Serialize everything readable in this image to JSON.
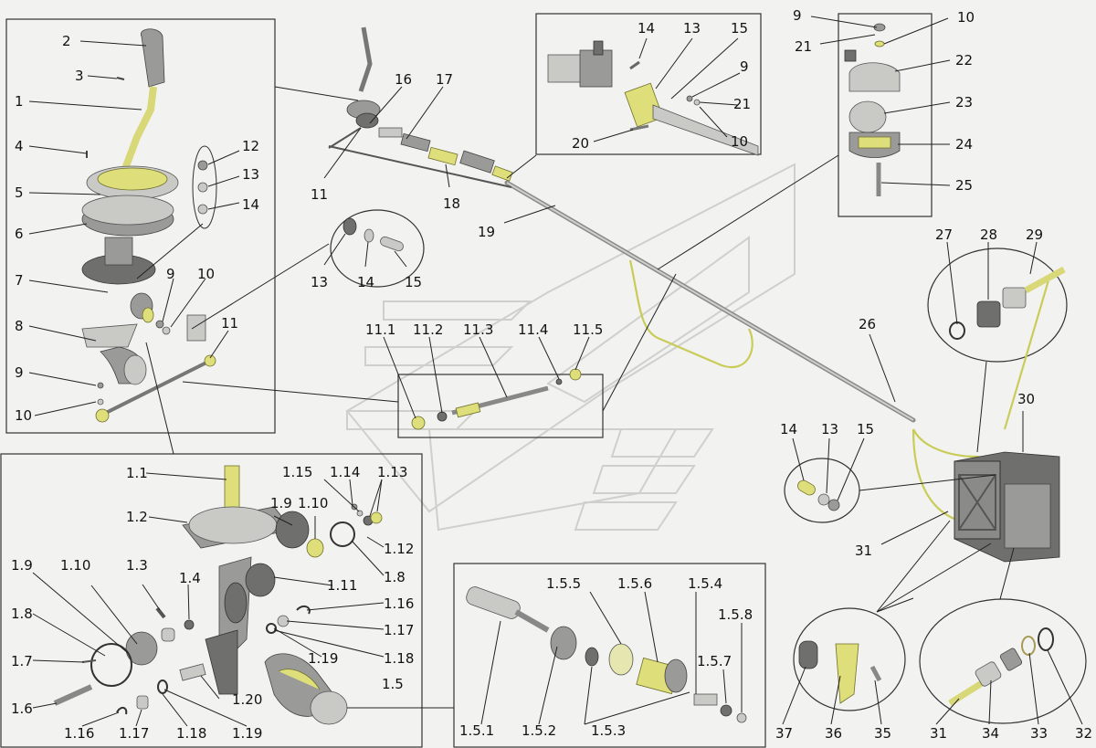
{
  "labels": [
    {
      "id": "l-2",
      "text": "2"
    },
    {
      "id": "l-3",
      "text": "3"
    },
    {
      "id": "l-1",
      "text": "1"
    },
    {
      "id": "l-4",
      "text": "4"
    },
    {
      "id": "l-5",
      "text": "5"
    },
    {
      "id": "l-6",
      "text": "6"
    },
    {
      "id": "l-7",
      "text": "7"
    },
    {
      "id": "l-8",
      "text": "8"
    },
    {
      "id": "l-9a",
      "text": "9"
    },
    {
      "id": "l-10a",
      "text": "10"
    },
    {
      "id": "l-9b",
      "text": "9"
    },
    {
      "id": "l-10b",
      "text": "10"
    },
    {
      "id": "l-11a",
      "text": "11"
    },
    {
      "id": "l-12",
      "text": "12"
    },
    {
      "id": "l-13a",
      "text": "13"
    },
    {
      "id": "l-14a",
      "text": "14"
    },
    {
      "id": "l-16",
      "text": "16"
    },
    {
      "id": "l-17",
      "text": "17"
    },
    {
      "id": "l-11b",
      "text": "11"
    },
    {
      "id": "l-18",
      "text": "18"
    },
    {
      "id": "l-19",
      "text": "19"
    },
    {
      "id": "l-13b",
      "text": "13"
    },
    {
      "id": "l-14b",
      "text": "14"
    },
    {
      "id": "l-15b",
      "text": "15"
    },
    {
      "id": "l-14c",
      "text": "14"
    },
    {
      "id": "l-13c",
      "text": "13"
    },
    {
      "id": "l-15c",
      "text": "15"
    },
    {
      "id": "l-9c",
      "text": "9"
    },
    {
      "id": "l-21c",
      "text": "21"
    },
    {
      "id": "l-10c",
      "text": "10"
    },
    {
      "id": "l-20",
      "text": "20"
    },
    {
      "id": "l-9d",
      "text": "9"
    },
    {
      "id": "l-10d",
      "text": "10"
    },
    {
      "id": "l-21d",
      "text": "21"
    },
    {
      "id": "l-22",
      "text": "22"
    },
    {
      "id": "l-23",
      "text": "23"
    },
    {
      "id": "l-24",
      "text": "24"
    },
    {
      "id": "l-25",
      "text": "25"
    },
    {
      "id": "l-27",
      "text": "27"
    },
    {
      "id": "l-28",
      "text": "28"
    },
    {
      "id": "l-29",
      "text": "29"
    },
    {
      "id": "l-26",
      "text": "26"
    },
    {
      "id": "l-30",
      "text": "30"
    },
    {
      "id": "l-14e",
      "text": "14"
    },
    {
      "id": "l-13e",
      "text": "13"
    },
    {
      "id": "l-15e",
      "text": "15"
    },
    {
      "id": "l-31a",
      "text": "31"
    },
    {
      "id": "l-11_1",
      "text": "11.1"
    },
    {
      "id": "l-11_2",
      "text": "11.2"
    },
    {
      "id": "l-11_3",
      "text": "11.3"
    },
    {
      "id": "l-11_4",
      "text": "11.4"
    },
    {
      "id": "l-11_5",
      "text": "11.5"
    },
    {
      "id": "l-1_1",
      "text": "1.1"
    },
    {
      "id": "l-1_2",
      "text": "1.2"
    },
    {
      "id": "l-1_3",
      "text": "1.3"
    },
    {
      "id": "l-1_4",
      "text": "1.4"
    },
    {
      "id": "l-1_5",
      "text": "1.5"
    },
    {
      "id": "l-1_6",
      "text": "1.6"
    },
    {
      "id": "l-1_7",
      "text": "1.7"
    },
    {
      "id": "l-1_8a",
      "text": "1.8"
    },
    {
      "id": "l-1_8b",
      "text": "1.8"
    },
    {
      "id": "l-1_9a",
      "text": "1.9"
    },
    {
      "id": "l-1_9b",
      "text": "1.9"
    },
    {
      "id": "l-1_10a",
      "text": "1.10"
    },
    {
      "id": "l-1_10b",
      "text": "1.10"
    },
    {
      "id": "l-1_11",
      "text": "1.11"
    },
    {
      "id": "l-1_12",
      "text": "1.12"
    },
    {
      "id": "l-1_13",
      "text": "1.13"
    },
    {
      "id": "l-1_14",
      "text": "1.14"
    },
    {
      "id": "l-1_15",
      "text": "1.15"
    },
    {
      "id": "l-1_16a",
      "text": "1.16"
    },
    {
      "id": "l-1_16b",
      "text": "1.16"
    },
    {
      "id": "l-1_17a",
      "text": "1.17"
    },
    {
      "id": "l-1_17b",
      "text": "1.17"
    },
    {
      "id": "l-1_18a",
      "text": "1.18"
    },
    {
      "id": "l-1_18b",
      "text": "1.18"
    },
    {
      "id": "l-1_19a",
      "text": "1.19"
    },
    {
      "id": "l-1_19b",
      "text": "1.19"
    },
    {
      "id": "l-1_20",
      "text": "1.20"
    },
    {
      "id": "l-1_5_1",
      "text": "1.5.1"
    },
    {
      "id": "l-1_5_2",
      "text": "1.5.2"
    },
    {
      "id": "l-1_5_3",
      "text": "1.5.3"
    },
    {
      "id": "l-1_5_4",
      "text": "1.5.4"
    },
    {
      "id": "l-1_5_5",
      "text": "1.5.5"
    },
    {
      "id": "l-1_5_6",
      "text": "1.5.6"
    },
    {
      "id": "l-1_5_7",
      "text": "1.5.7"
    },
    {
      "id": "l-1_5_8",
      "text": "1.5.8"
    },
    {
      "id": "l-37",
      "text": "37"
    },
    {
      "id": "l-36",
      "text": "36"
    },
    {
      "id": "l-35",
      "text": "35"
    },
    {
      "id": "l-31b",
      "text": "31"
    },
    {
      "id": "l-34",
      "text": "34"
    },
    {
      "id": "l-33",
      "text": "33"
    },
    {
      "id": "l-32",
      "text": "32"
    }
  ],
  "colors": {
    "background": "#f2f2f0",
    "highlight": "#dede7a",
    "metal": "#9a9a98",
    "lines": "#222222"
  }
}
